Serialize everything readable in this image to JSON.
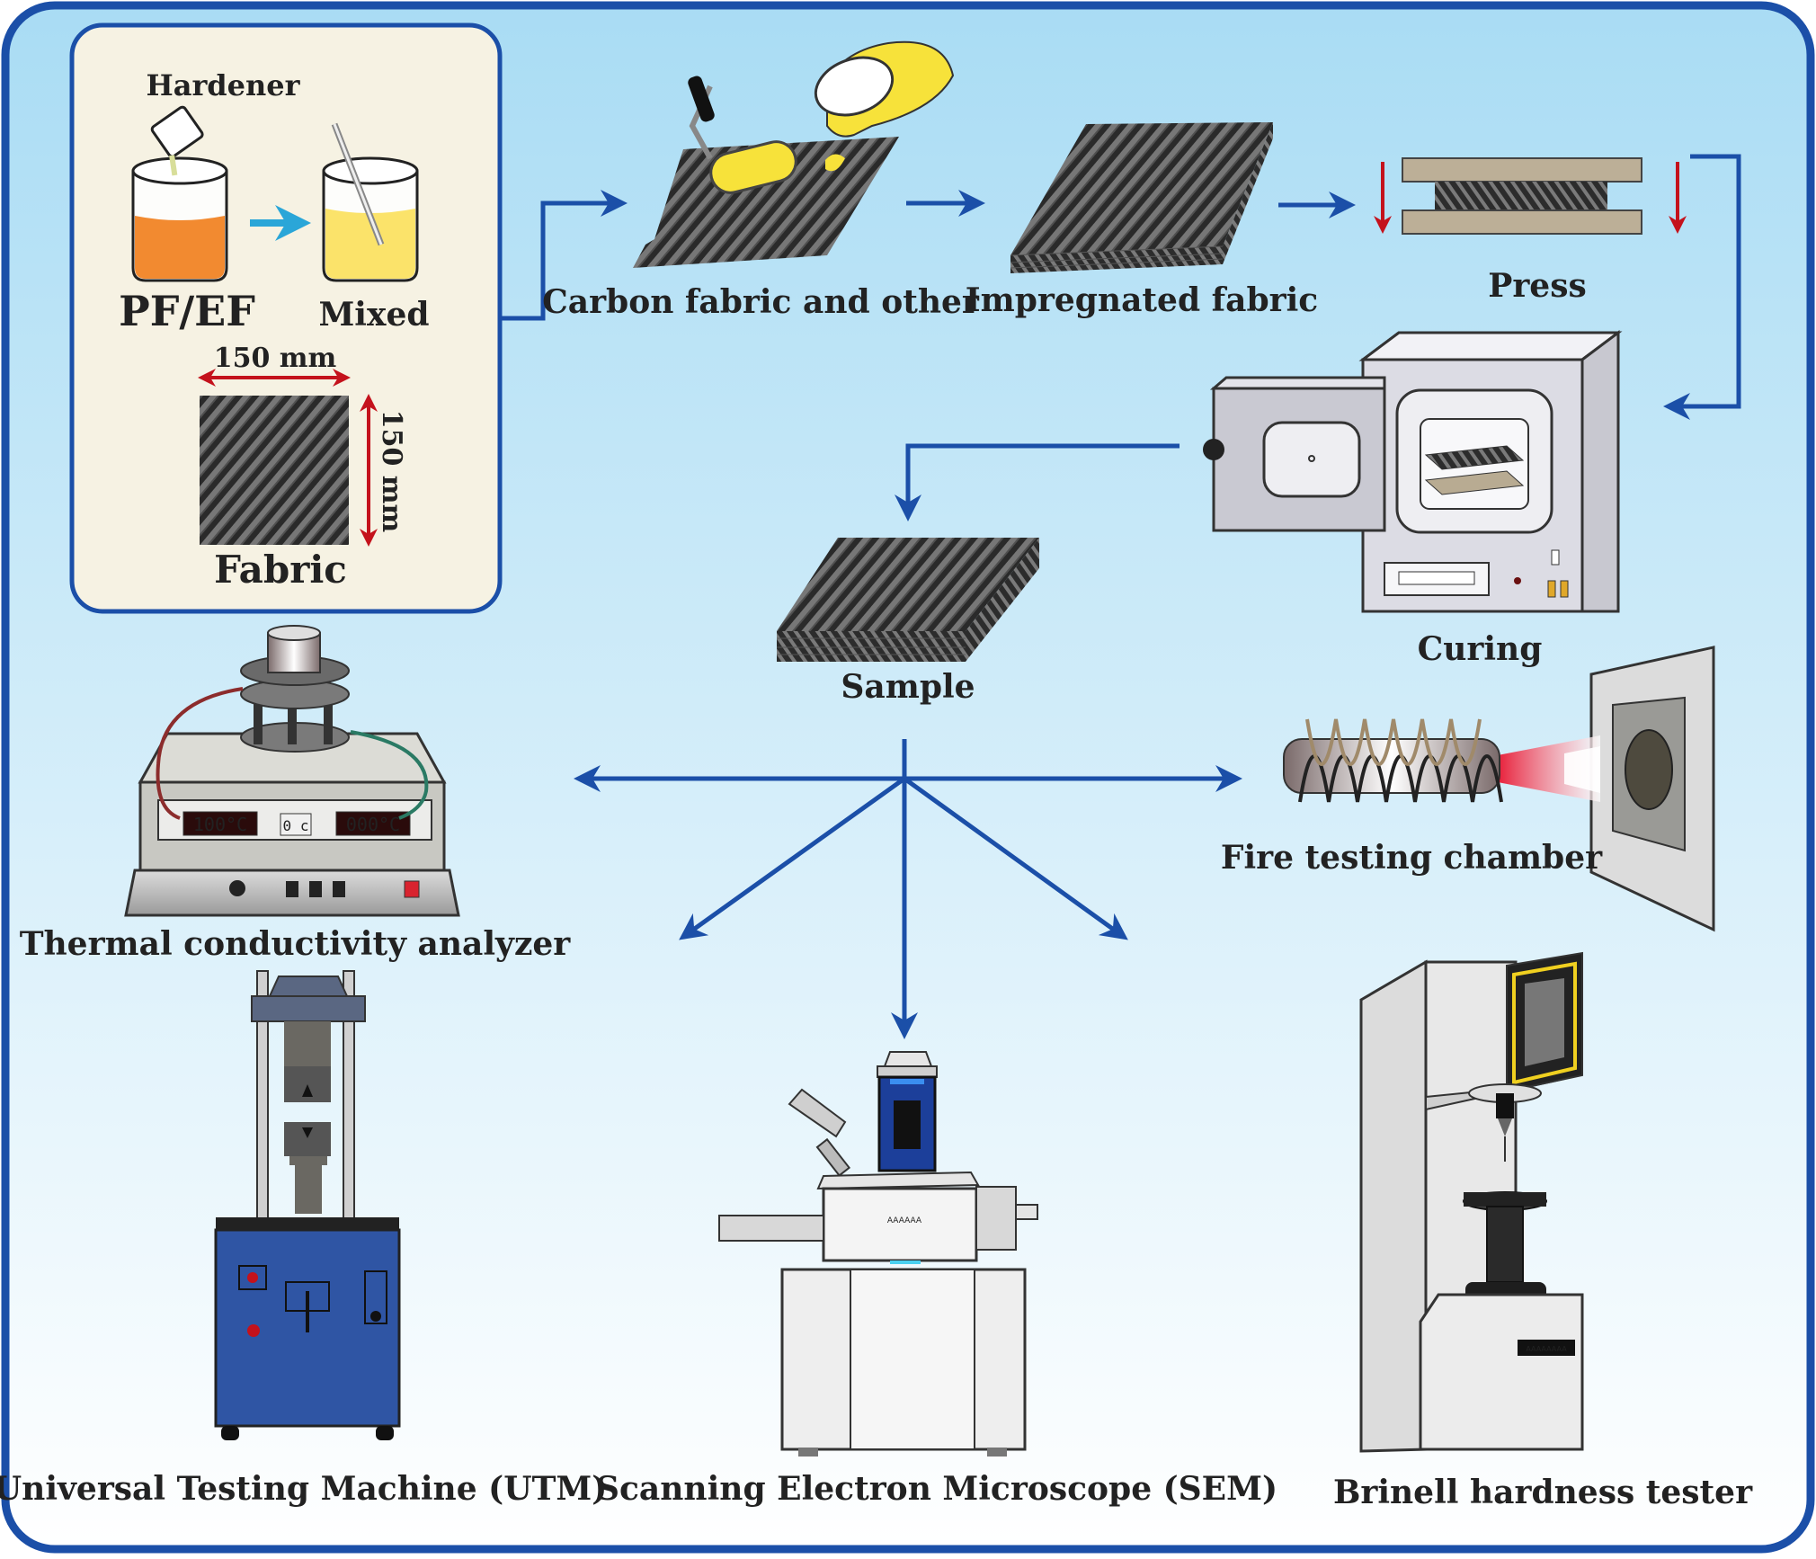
{
  "colors": {
    "frame": "#1b4fa8",
    "background_top": "#a9dcf4",
    "background_bottom": "#ffffff",
    "arrow": "#1b4fa8",
    "dimension_arrow": "#c4121c",
    "panel": "#f6f2e3",
    "resin": "#f28a30",
    "mixed": "#fbe36a",
    "utm_body": "#2f55a4"
  },
  "labels": {
    "hardener": "Hardener",
    "pf_ef": "PF/EF",
    "mixed": "Mixed",
    "width_dim": "150 mm",
    "height_dim": "150 mm",
    "fabric": "Fabric",
    "carbon_fabric": "Carbon fabric and other",
    "impregnated": "Impregnated fabric",
    "press": "Press",
    "curing": "Curing",
    "sample": "Sample",
    "fire": "Fire testing chamber",
    "thermal": "Thermal conductivity analyzer",
    "utm": "Universal Testing Machine (UTM)",
    "sem": "Scanning Electron Microscope (SEM)",
    "brinell": "Brinell hardness tester"
  },
  "thermal_display": {
    "left": "100°C",
    "middle": "0 c",
    "right": "000°C"
  },
  "sem_plate": "AAAAAA",
  "brinell_plate": "AAAAAAAA"
}
